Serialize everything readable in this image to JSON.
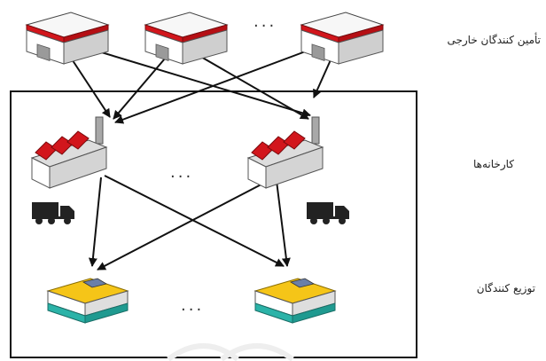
{
  "labels": {
    "suppliers": "تأمین کنندگان خارجی",
    "factories": "کارخانه‌ها",
    "distributors": "توزیع کنندگان"
  },
  "ellipsis": "...",
  "colors": {
    "roof_red": "#d2161c",
    "building_wall": "#f4f4f4",
    "building_side": "#c9c9c9",
    "warehouse_yellow": "#f5c518",
    "warehouse_teal": "#2bb3a8",
    "truck": "#222222",
    "arrow": "#111111",
    "frame": "#111111"
  },
  "icons": {
    "supplier": "supplier-warehouse-icon",
    "factory": "factory-icon",
    "distributor": "distribution-center-icon",
    "truck": "truck-icon"
  }
}
